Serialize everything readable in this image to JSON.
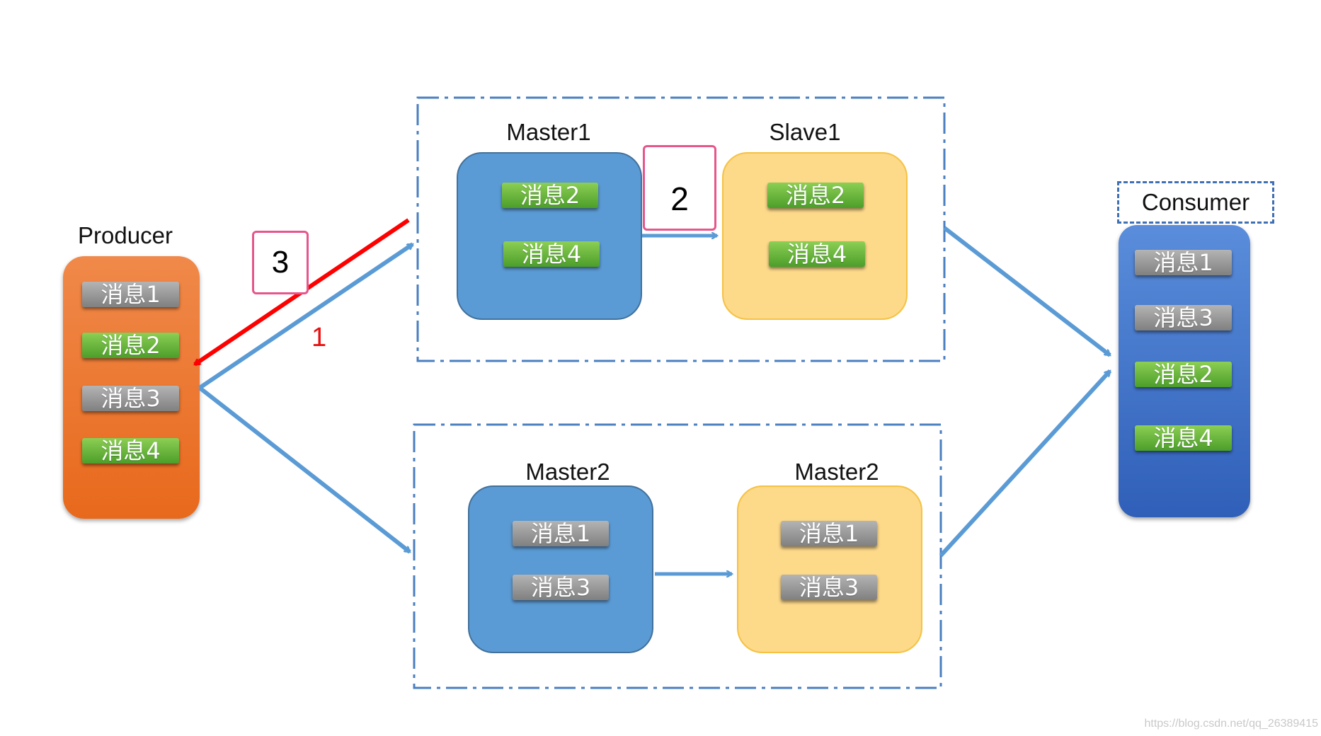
{
  "producer": {
    "label": "Producer",
    "messages": [
      "消息1",
      "消息2",
      "消息3",
      "消息4"
    ]
  },
  "group1": {
    "master_label": "Master1",
    "master_messages": [
      "消息2",
      "消息4"
    ],
    "slave_label": "Slave1",
    "slave_messages": [
      "消息2",
      "消息4"
    ]
  },
  "group2": {
    "master_label": "Master2",
    "master_messages": [
      "消息1",
      "消息3"
    ],
    "slave_label": "Master2",
    "slave_messages": [
      "消息1",
      "消息3"
    ]
  },
  "consumer": {
    "label": "Consumer",
    "messages": [
      "消息1",
      "消息3",
      "消息2",
      "消息4"
    ]
  },
  "steps": {
    "send": "1",
    "replicate": "2",
    "ack": "3"
  },
  "watermark": "https://blog.csdn.net/qq_26389415",
  "colors": {
    "producer": "#e8691c",
    "master": "#5b9bd5",
    "slave": "#fdd98a",
    "consumer": "#3a6cc6",
    "msg_synced": "#5aaa33",
    "msg_other": "#8c8c8c",
    "arrow": "#5b9bd5",
    "ack_arrow": "#ff0000",
    "step_badge_border": "#e6568b"
  }
}
